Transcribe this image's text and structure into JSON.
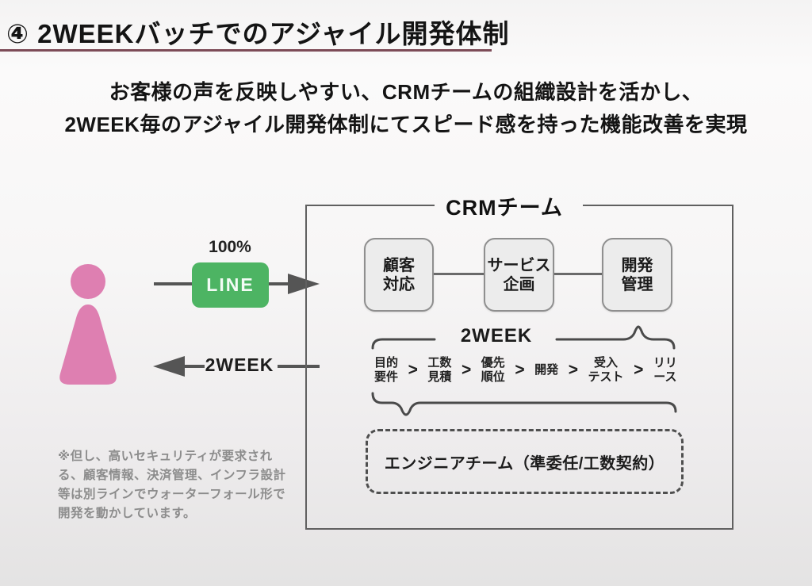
{
  "colors": {
    "accent_pink": "#de7fb1",
    "accent_green": "#4db463",
    "title_underline": "#7d4b57",
    "line_gray": "#555555"
  },
  "slide": {
    "title": "④ 2WEEKバッチでのアジャイル開発体制",
    "subtitle_lines": [
      "お客様の声を反映しやすい、CRMチームの組織設計を活かし、",
      "2WEEK毎のアジャイル開発体制にてスピード感を持った機能改善を実現"
    ]
  },
  "flow": {
    "to_team_percent": "100%",
    "to_team_channel": "LINE",
    "from_team_label": "2WEEK"
  },
  "crm": {
    "title": "CRMチーム",
    "roles": [
      {
        "l1": "顧客",
        "l2": "対応"
      },
      {
        "l1": "サービス",
        "l2": "企画"
      },
      {
        "l1": "開発",
        "l2": "管理"
      }
    ],
    "cycle_label": "2WEEK",
    "step_separator": ">",
    "steps": [
      {
        "l1": "目的",
        "l2": "要件"
      },
      {
        "l1": "工数",
        "l2": "見積"
      },
      {
        "l1": "優先",
        "l2": "順位"
      },
      {
        "l1": "開発",
        "l2": ""
      },
      {
        "l1": "受入",
        "l2": "テスト"
      },
      {
        "l1": "リリ",
        "l2": "ース"
      }
    ],
    "engineer_label": "エンジニアチーム（準委任/工数契約）"
  },
  "footnote": {
    "text": "※但し、高いセキュリティが要求される、顧客情報、決済管理、インフラ設計等は別ラインでウォーターフォール形で開発を動かしています。"
  }
}
